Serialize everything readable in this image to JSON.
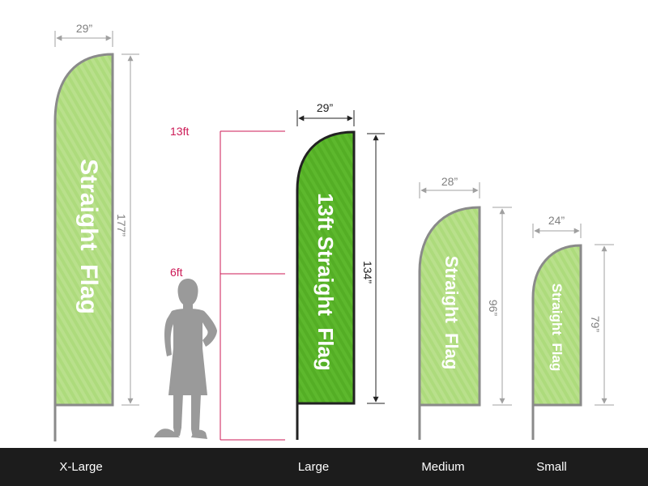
{
  "colors": {
    "flag_light": "#b8e08a",
    "flag_dark": "#5cb82c",
    "pole": "#8a8a8a",
    "dimension": "#a0a0a0",
    "height_marker": "#cc1a56",
    "footer_bg": "#1c1c1c",
    "person": "#9a9a9a"
  },
  "height_markers": {
    "top": "13ft",
    "middle": "6ft"
  },
  "icons": {
    "person": "person-silhouette-icon"
  },
  "flags": [
    {
      "id": "xlarge",
      "size_label": "X-Large",
      "flag_text": "Straight  Flag",
      "width": "29”",
      "height": "177”",
      "highlighted": false
    },
    {
      "id": "large",
      "size_label": "Large",
      "flag_text": "13ft Straight  Flag",
      "width": "29”",
      "height": "134”",
      "highlighted": true
    },
    {
      "id": "medium",
      "size_label": "Medium",
      "flag_text": "Straight  Flag",
      "width": "28”",
      "height": "96”",
      "highlighted": false
    },
    {
      "id": "small",
      "size_label": "Small",
      "flag_text": "Straight  Flag",
      "width": "24”",
      "height": "79”",
      "highlighted": false
    }
  ]
}
